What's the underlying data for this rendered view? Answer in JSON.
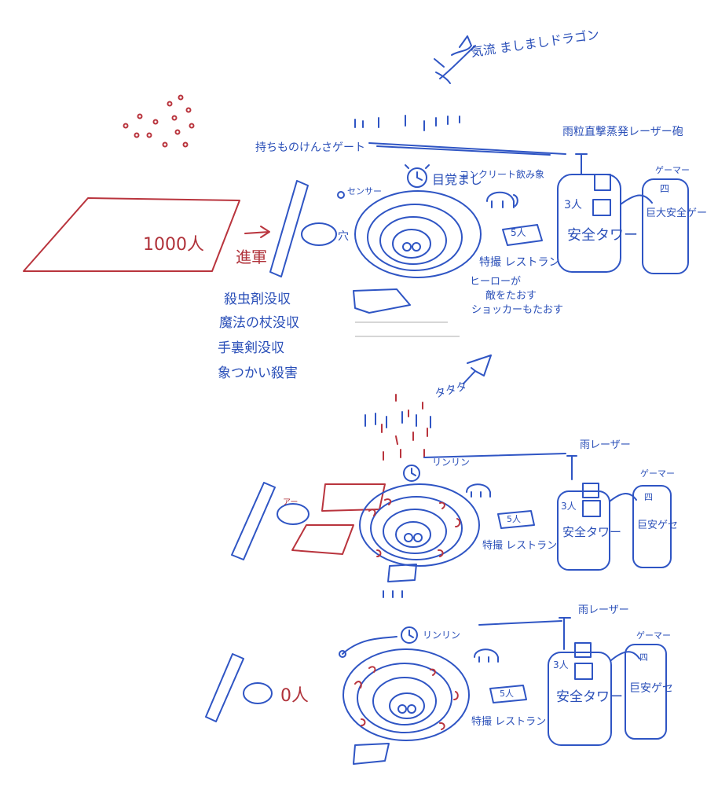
{
  "colors": {
    "ink_blue": "#2f55c4",
    "ink_red": "#b9343d",
    "paper": "#ffffff"
  },
  "top": {
    "dragon_label": "気流 ましましドラゴン",
    "crowd_label": "1000人",
    "advance_label": "進軍",
    "gate_label": "持ちものけんさゲート",
    "confiscation": [
      "殺虫剤没収",
      "魔法の杖没収",
      "手裏剣没収",
      "象つかい殺害"
    ],
    "hole_label": "穴",
    "sensor_label": "センサー",
    "alarm_label": "目覚まし",
    "concrete_elephant_label": "コンクリート飲み象",
    "restaurant_count": "5人",
    "restaurant_label": "特撮 レストラン",
    "hero_note_1": "ヒーローが",
    "hero_note_2": "敵をたおす",
    "hero_note_3": "ショッカーもたおす",
    "laser_label": "雨粒直撃蒸発レーザー砲",
    "tower_count": "3人",
    "tower_label": "安全タワー",
    "gamer_label": "ゲーマー",
    "gamer_count": "四",
    "game_center_label": "巨大安全ゲームセンター"
  },
  "middle": {
    "tata_label": "タタタ",
    "laser_label": "雨レーザー",
    "alarm_sound": "リンリン",
    "pond_label": "アー",
    "restaurant_count": "5人",
    "restaurant_label": "特撮 レストラン",
    "tower_count": "3人",
    "tower_label": "安全タワー",
    "gamer_label": "ゲーマー",
    "gamer_count": "四",
    "game_center_label": "巨安ゲセ"
  },
  "bottom": {
    "crowd_label": "0人",
    "laser_label": "雨レーザー",
    "alarm_sound": "リンリン",
    "restaurant_count": "5人",
    "restaurant_label": "特撮 レストラン",
    "tower_count": "3人",
    "tower_label": "安全タワー",
    "gamer_label": "ゲーマー",
    "gamer_count": "四",
    "game_center_label": "巨安ゲセ"
  }
}
